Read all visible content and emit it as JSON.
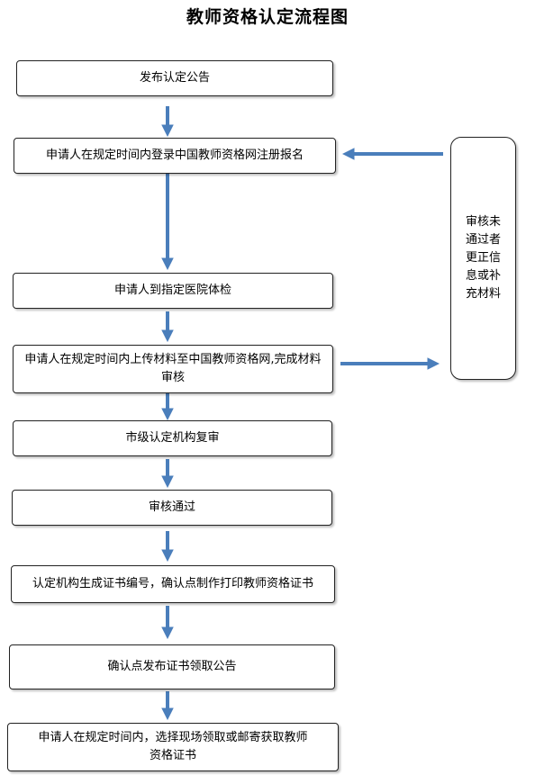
{
  "title": "教师资格认定流程图",
  "steps": [
    "发布认定公告",
    "申请人在规定时间内登录中国教师资格网注册报名",
    "申请人到指定医院体检",
    "申请人在规定时间内上传材料至中国教师资格网,完成材料审核",
    "市级认定机构复审",
    "审核通过",
    "认定机构生成证书编号，确认点制作打印教师资格证书",
    "确认点发布证书领取公告",
    "申请人在规定时间内，选择现场领取或邮寄获取教师资格证书"
  ],
  "side_note": "审核未通过者更正信息或补充材料",
  "colors": {
    "arrow": "#4a7ebb",
    "border": "#222222"
  }
}
